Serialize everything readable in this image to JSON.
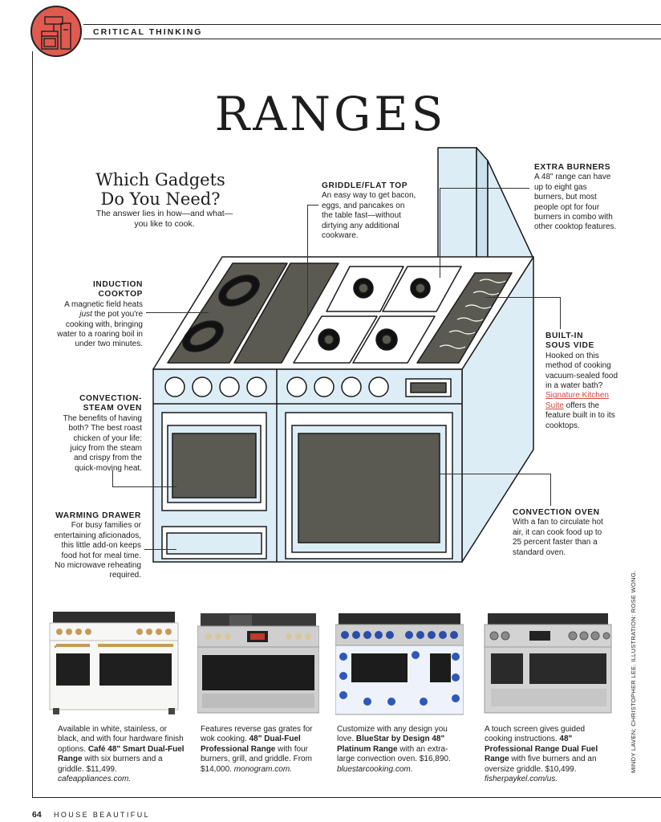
{
  "header": {
    "section": "CRITICAL THINKING",
    "badge_color": "#e05a4f"
  },
  "title": "RANGES",
  "subtitle": {
    "line1": "Which Gadgets",
    "line2": "Do You Need?"
  },
  "intro": "The answer lies in how—and what—you like to cook.",
  "callouts": {
    "griddle": {
      "heading": "GRIDDLE/FLAT TOP",
      "text": "An easy way to get bacon, eggs, and pancakes on the table fast—without dirtying any additional cookware."
    },
    "extra_burners": {
      "heading": "EXTRA BURNERS",
      "text": "A 48\" range can have up to eight gas burners, but most people opt for four burners in combo with other cooktop features."
    },
    "induction": {
      "heading1": "INDUCTION",
      "heading2": "COOKTOP",
      "text_a": "A magnetic field heats ",
      "text_em": "just",
      "text_b": " the pot you're cooking with, bringing water to a roaring boil in under two minutes."
    },
    "sous_vide": {
      "heading1": "BUILT-IN",
      "heading2": "SOUS VIDE",
      "text_a": "Hooked on this method of cooking vacuum-sealed food in a water bath? ",
      "link": "Signature Kitchen Suite",
      "text_b": " offers the feature built in to its cooktops."
    },
    "convection_steam": {
      "heading1": "CONVECTION-",
      "heading2": "STEAM OVEN",
      "text": "The benefits of having both? The best roast chicken of your life: juicy from the steam and crispy from the quick-moving heat."
    },
    "warming": {
      "heading": "WARMING DRAWER",
      "text": "For busy families or entertaining aficionados, this little add-on keeps food hot for meal time. No microwave reheating required."
    },
    "convection": {
      "heading": "CONVECTION OVEN",
      "text": "With a fan to circulate hot air, it can cook food up to 25 percent faster than a standard oven."
    }
  },
  "illustration": {
    "face_color": "#dcedf6",
    "top_color": "#ffffff",
    "dark_color": "#5a5a52",
    "outline_color": "#1a1a1a"
  },
  "products": [
    {
      "pre": "Available in white, stainless, or black, and with four hardware finish options. ",
      "name": "Café 48\" Smart Dual-Fuel Range",
      "post": " with six burners and a griddle. $11,499. ",
      "url": "cafeappliances.com."
    },
    {
      "pre": "Features reverse gas grates for wok cooking. ",
      "name": "48\" Dual-Fuel Professional Range",
      "post": " with four burners, grill, and griddle. From $14,000. ",
      "url": "monogram.com."
    },
    {
      "pre": "Customize with any design you love. ",
      "name": "BlueStar by Design 48\" Platinum Range",
      "post": " with an extra-large convection oven. $16,890. ",
      "url": "bluestarcooking.com."
    },
    {
      "pre": "A touch screen gives guided cooking instructions. ",
      "name": "48\" Professional Range Dual Fuel Range",
      "post": " with five burners and an oversize griddle. $10,499. ",
      "url": "fisherpaykel.com/us."
    }
  ],
  "credit": "MINDY LAVEN; CHRISTOPHER LEE. ILLUSTRATION: ROSE WONG.",
  "footer": {
    "page": "64",
    "magazine": "HOUSE BEAUTIFUL"
  }
}
